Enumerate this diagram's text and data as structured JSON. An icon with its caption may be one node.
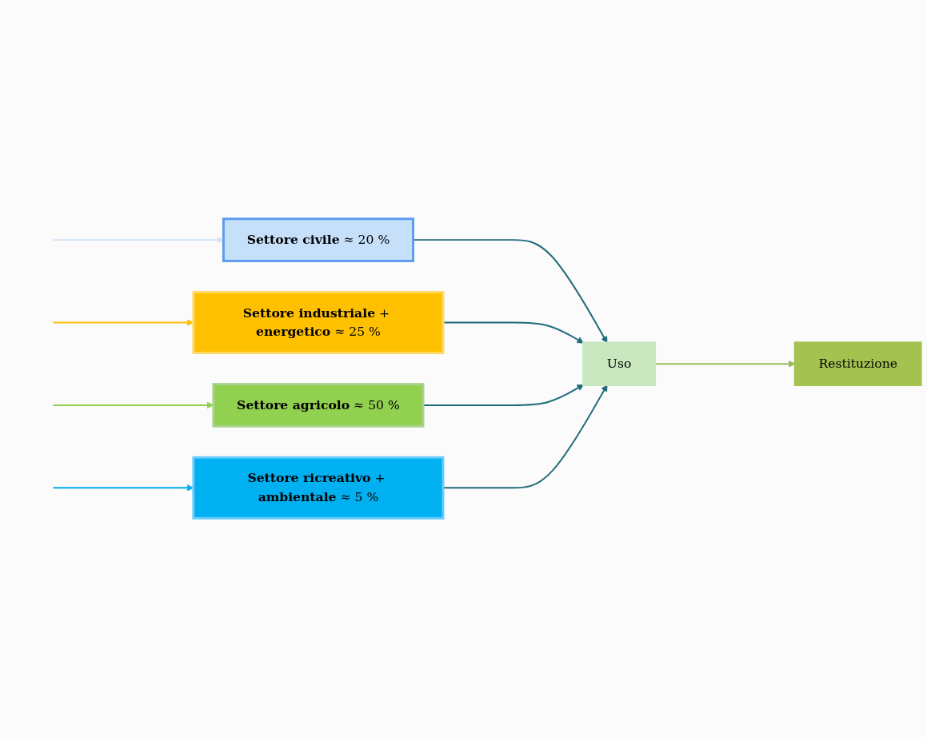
{
  "diagram": {
    "nodes": [
      {
        "text": [
          "**Settore civile** ≈ 20 %"
        ]
      },
      {
        "text": [
          "**Settore industriale** + **energetico** ≈ 25 %"
        ]
      },
      {
        "text": [
          "**Settore agricolo** ≈ 50 %"
        ]
      },
      {
        "text": [
          "**Settore ricreativo** + **ambientale** ≈ 5 %"
        ]
      },
      {
        "text": [
          "Uso"
        ]
      },
      {
        "text": [
          "Restituzione"
        ]
      }
    ],
    "edges": [
      {
        "from": null,
        "to": 0,
        "arrow": "to",
        "color": "#cfe3f7"
      },
      {
        "from": null,
        "to": 1,
        "arrow": "to",
        "color": "#ffc000"
      },
      {
        "from": null,
        "to": 2,
        "arrow": "to",
        "color": "#92d050"
      },
      {
        "from": null,
        "to": 3,
        "arrow": "to",
        "color": "#00b0f0"
      },
      {
        "from": 0,
        "to": 4,
        "arrow": "to",
        "color": "#1f6a7a"
      },
      {
        "from": 1,
        "to": 4,
        "arrow": "to",
        "color": "#1f6a7a"
      },
      {
        "from": 2,
        "to": 4,
        "arrow": "to",
        "color": "#1f6a7a"
      },
      {
        "from": 3,
        "to": 4,
        "arrow": "to",
        "color": "#1f6a7a"
      },
      {
        "from": 4,
        "to": 5,
        "arrow": "to",
        "color": "#9bbb59"
      }
    ]
  }
}
